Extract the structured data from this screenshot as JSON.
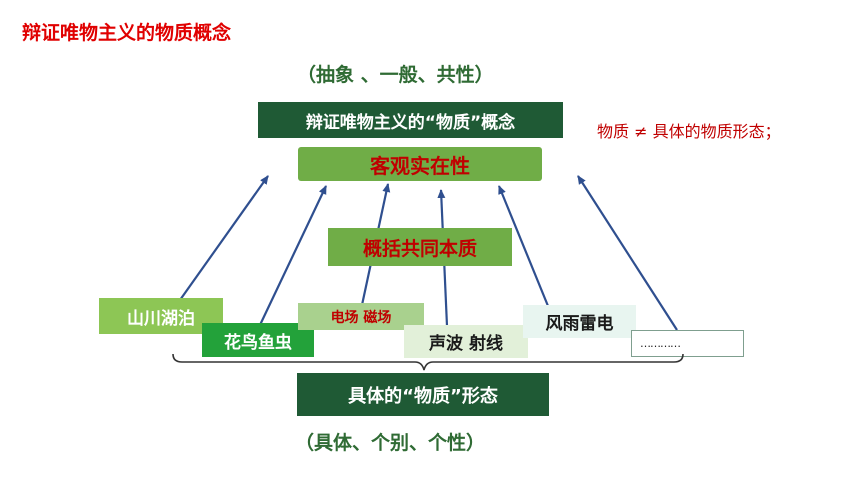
{
  "page_title": "辩证唯物主义的物质概念",
  "top_subtitle": "（抽象 、一般、共性）",
  "concept_header": "辩证唯物主义的“物质”概念",
  "objective_reality": "客观实在性",
  "common_essence": "概括共同本质",
  "note": "物质 ≠ 具体的物质形态；",
  "forms": {
    "mountains": "山川湖泊",
    "flowers": "花鸟鱼虫",
    "fields": "电场 磁场",
    "waves": "声波 射线",
    "weather": "风雨雷电",
    "etc": "…………"
  },
  "forms_header": "具体的“物质”形态",
  "bottom_subtitle": "（具体、个别、个性）",
  "colors": {
    "title_red": "#e00000",
    "dark_green": "#1f5a35",
    "mid_green": "#70ad47",
    "pale_green": "#a9d18e",
    "arrow_blue": "#2f4f8f"
  }
}
